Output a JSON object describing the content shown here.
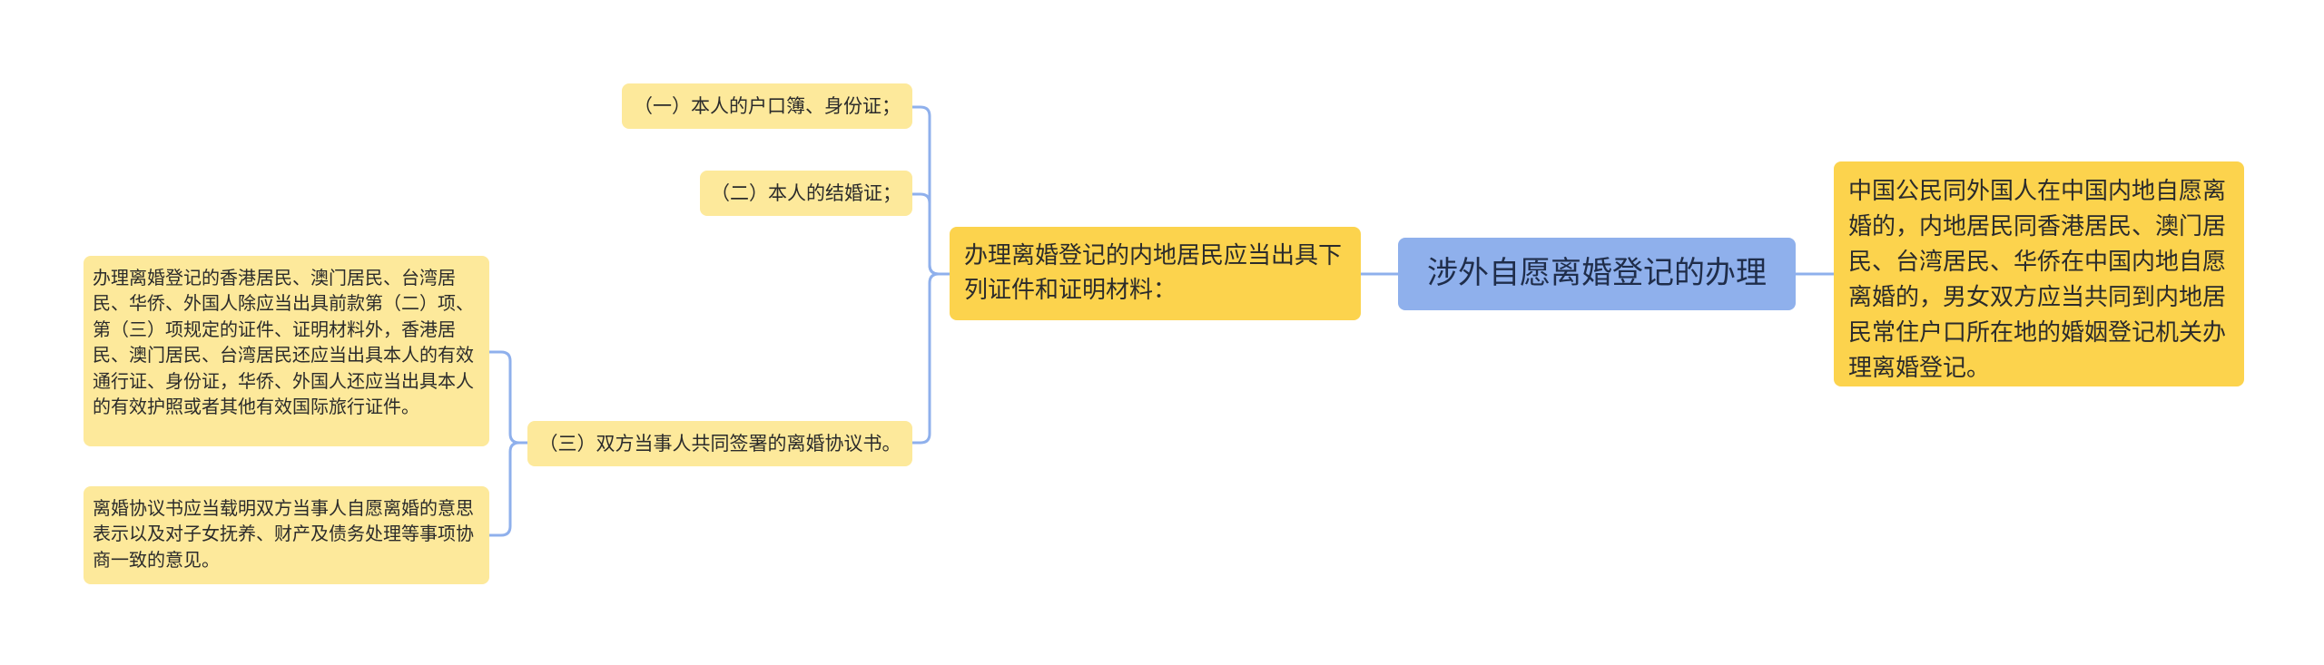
{
  "mindmap": {
    "root": {
      "text": "涉外自愿离婚登记的办理"
    },
    "right_node": {
      "text": "中国公民同外国人在中国内地自愿离婚的，内地居民同香港居民、澳门居民、台湾居民、华侨在中国内地自愿离婚的，男女双方应当共同到内地居民常住户口所在地的婚姻登记机关办理离婚登记。"
    },
    "left_node": {
      "text": "办理离婚登记的内地居民应当出具下列证件和证明材料：",
      "children": [
        {
          "text": "（一）本人的户口簿、身份证；"
        },
        {
          "text": "（二）本人的结婚证；"
        },
        {
          "text": "（三）双方当事人共同签署的离婚协议书。",
          "children": [
            {
              "text": "办理离婚登记的香港居民、澳门居民、台湾居民、华侨、外国人除应当出具前款第（二）项、第（三）项规定的证件、证明材料外，香港居民、澳门居民、台湾居民还应当出具本人的有效通行证、身份证，华侨、外国人还应当出具本人的有效护照或者其他有效国际旅行证件。"
            },
            {
              "text": "离婚协议书应当载明双方当事人自愿离婚的意思表示以及对子女抚养、财产及债务处理等事项协商一致的意见。"
            }
          ]
        }
      ]
    },
    "colors": {
      "root_fill": "#8fb0ec",
      "level1_fill": "#fcd34d",
      "leaf_fill": "#fde99b",
      "connector": "#8fb0ec"
    }
  }
}
